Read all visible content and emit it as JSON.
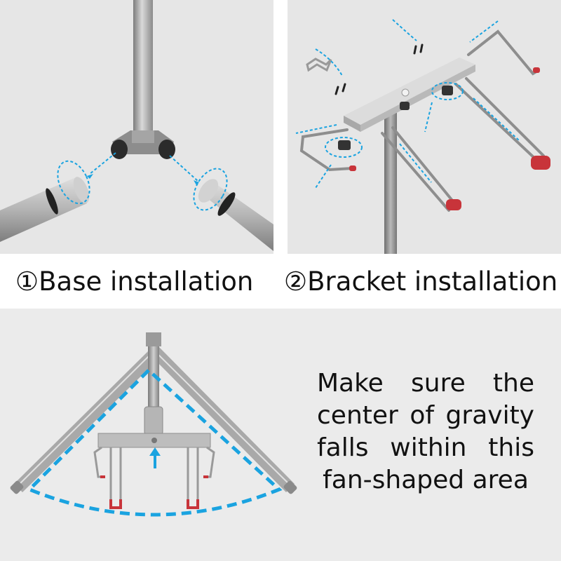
{
  "steps": [
    {
      "caption": "①Base installation"
    },
    {
      "caption": "②Bracket installation"
    }
  ],
  "note": {
    "lines": [
      "Make sure the",
      "center of gravity",
      "falls within this",
      "fan-shaped area"
    ]
  },
  "colors": {
    "background": "#e6e6e6",
    "accent_arrow": "#1aa3e0",
    "pole": "#9a9a9a",
    "hook_red": "#c8343a"
  }
}
